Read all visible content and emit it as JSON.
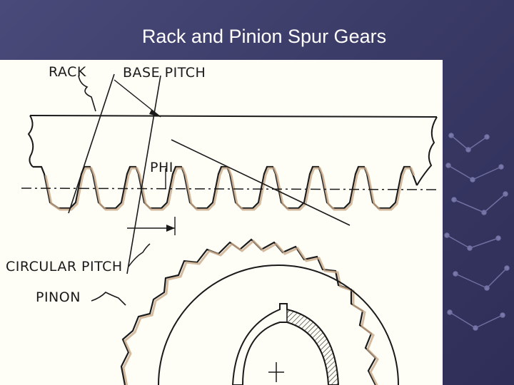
{
  "slide": {
    "title": "Rack and Pinion Spur Gears"
  },
  "diagram": {
    "labels": {
      "rack": "RACK",
      "base_pitch": "BASE PITCH",
      "phi": "PHI",
      "circular_pitch": "CIRCULAR PITCH",
      "pinion": "PINON"
    },
    "colors": {
      "ink": "#1a1a1a",
      "tooth_fill": "#c9a98a",
      "paper": "#fffef6",
      "background": "#3e3e6c"
    }
  }
}
